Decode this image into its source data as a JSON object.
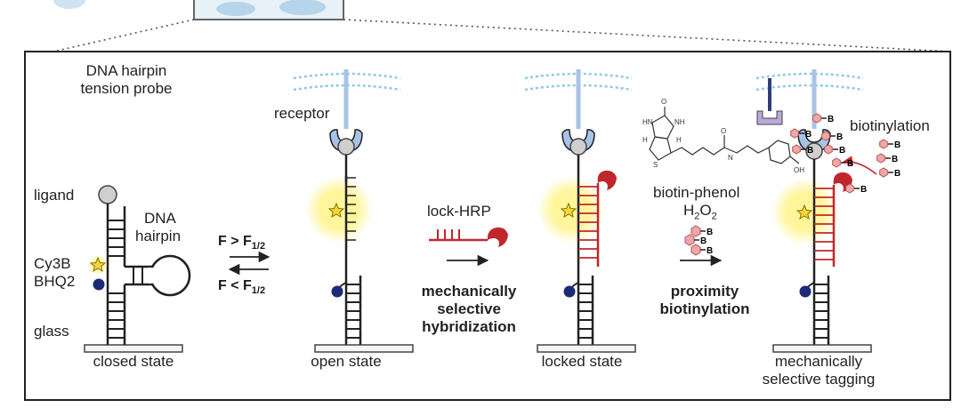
{
  "title": {
    "line1": "DNA hairpin",
    "line2": "tension probe"
  },
  "closed": {
    "ligand": "ligand",
    "dna_hairpin_1": "DNA",
    "dna_hairpin_2": "hairpin",
    "cy3b": "Cy3B",
    "bhq2": "BHQ2",
    "glass": "glass",
    "state": "closed state"
  },
  "equilibrium": {
    "forward_f": "F > F",
    "forward_sub": "1/2",
    "reverse_f": "F < F",
    "reverse_sub": "1/2"
  },
  "open": {
    "receptor": "receptor",
    "state": "open state"
  },
  "step1": {
    "reagent": "lock-HRP",
    "line1": "mechanically",
    "line2": "selective",
    "line3": "hybridization"
  },
  "locked": {
    "state": "locked state"
  },
  "step2": {
    "reagent": "biotin-phenol",
    "h2o2_main": "H",
    "h2o2_sub1": "2",
    "h2o2_mid": "O",
    "h2o2_sub2": "2",
    "line1": "proximity",
    "line2": "biotinylation",
    "biotin_mark": "B",
    "chem_nh": "NH",
    "chem_hn": "HN",
    "chem_h": "H",
    "chem_s": "S",
    "chem_o": "O",
    "chem_oh": "OH",
    "chem_n": "N"
  },
  "final": {
    "biotinylation": "biotinylation",
    "state_1": "mechanically",
    "state_2": "selective tagging"
  },
  "colors": {
    "receptor_blue": "#a9c3e6",
    "membrane": "#8fc9e8",
    "quencher": "#1d2a7a",
    "hrp_red": "#c0272d",
    "biotin_pink": "#f1a7a7",
    "glow": "#fff27a",
    "star": "#f4d63a"
  }
}
